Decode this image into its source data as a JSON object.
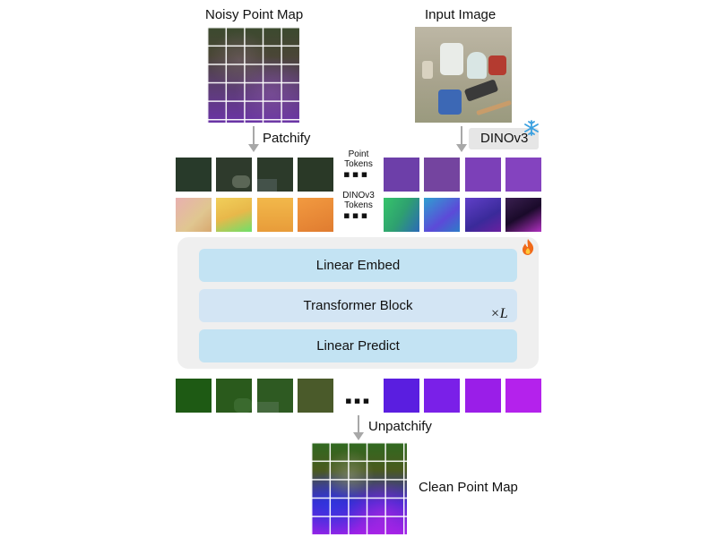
{
  "labels": {
    "noisy_point_map": "Noisy Point Map",
    "input_image": "Input Image",
    "patchify": "Patchify",
    "dinov3": "DINOv3",
    "point_tokens": [
      "Point",
      "Tokens"
    ],
    "dinov3_tokens": [
      "DINOv3",
      "Tokens"
    ],
    "ellipsis": "▪▪▪",
    "unpatchify": "Unpatchify",
    "clean_point_map": "Clean Point Map"
  },
  "blocks": {
    "linear_embed": "Linear Embed",
    "transformer_block": "Transformer Block",
    "repeat": "×L",
    "linear_predict": "Linear Predict"
  },
  "icons": {
    "snowflake": "snowflake-icon",
    "fire": "fire-icon"
  },
  "colors": {
    "panel_bg": "#efefef",
    "embed_block": "#c3e3f3",
    "transformer_block": "#d3e5f4",
    "predict_block": "#c3e3f3",
    "arrow": "#a8a8a8",
    "dinov3_box": "#e6e6e6"
  }
}
